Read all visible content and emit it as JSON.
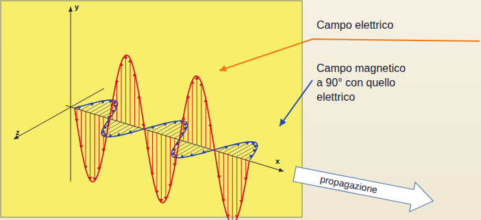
{
  "diagram": {
    "labels": [
      "Campo elettrico",
      "Campo magnetico a 90° con quello elettrico",
      "y",
      "z",
      "x",
      "propagazione"
    ]
  }
}
